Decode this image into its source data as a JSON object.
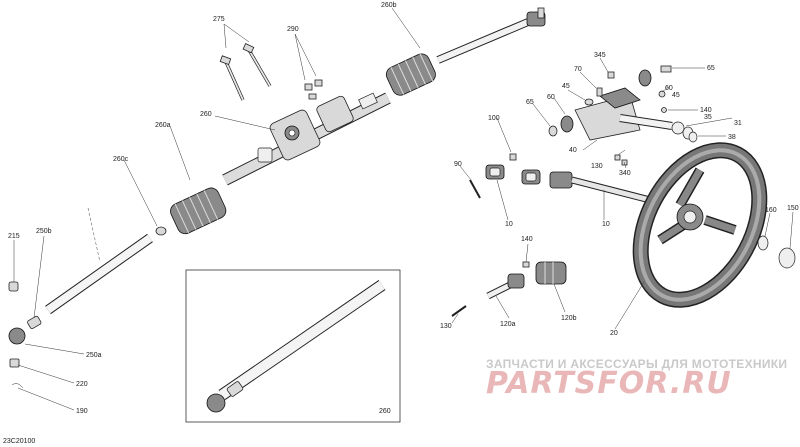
{
  "diagram_id": "23C20100",
  "callouts": {
    "c275": "275",
    "c290": "290",
    "c260b_top": "260b",
    "c345": "345",
    "c65_right": "65",
    "c70": "70",
    "c45_top": "45",
    "c60_right": "60",
    "c45_right": "45",
    "c60_left": "60",
    "c65_left": "65",
    "c140_top": "140",
    "c35": "35",
    "c31": "31",
    "c38": "38",
    "c260": "260",
    "c260a": "260a",
    "c100": "100",
    "c40": "40",
    "c130_top": "130",
    "c260c": "260c",
    "c90": "90",
    "c340": "340",
    "c10_left": "10",
    "c10_right": "10",
    "c160": "160",
    "c150": "150",
    "c215": "215",
    "c250b": "250b",
    "c140_mid": "140",
    "c120a": "120a",
    "c120b": "120b",
    "c130_bottom": "130",
    "c20": "20",
    "c250a": "250a",
    "c220": "220",
    "c190": "190",
    "c260_inset": "260"
  },
  "watermark": {
    "tagline": "ЗАПЧАСТИ И АКСЕССУАРЫ ДЛЯ МОТОТЕХНИКИ",
    "logo": "PARTSFOR.RU"
  }
}
